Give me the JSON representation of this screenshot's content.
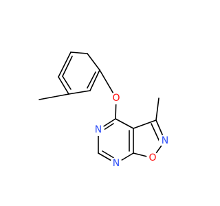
{
  "molecule": {
    "atoms": [
      {
        "id": "O_ether",
        "label": "O",
        "color": "#ff0d0d"
      },
      {
        "id": "N_pyr_top",
        "label": "N",
        "color": "#3050f8"
      },
      {
        "id": "N_pyr_bot",
        "label": "N",
        "color": "#3050f8"
      },
      {
        "id": "N_isox",
        "label": "N",
        "color": "#3050f8"
      },
      {
        "id": "O_isox",
        "label": "O",
        "color": "#ff0d0d"
      }
    ]
  }
}
